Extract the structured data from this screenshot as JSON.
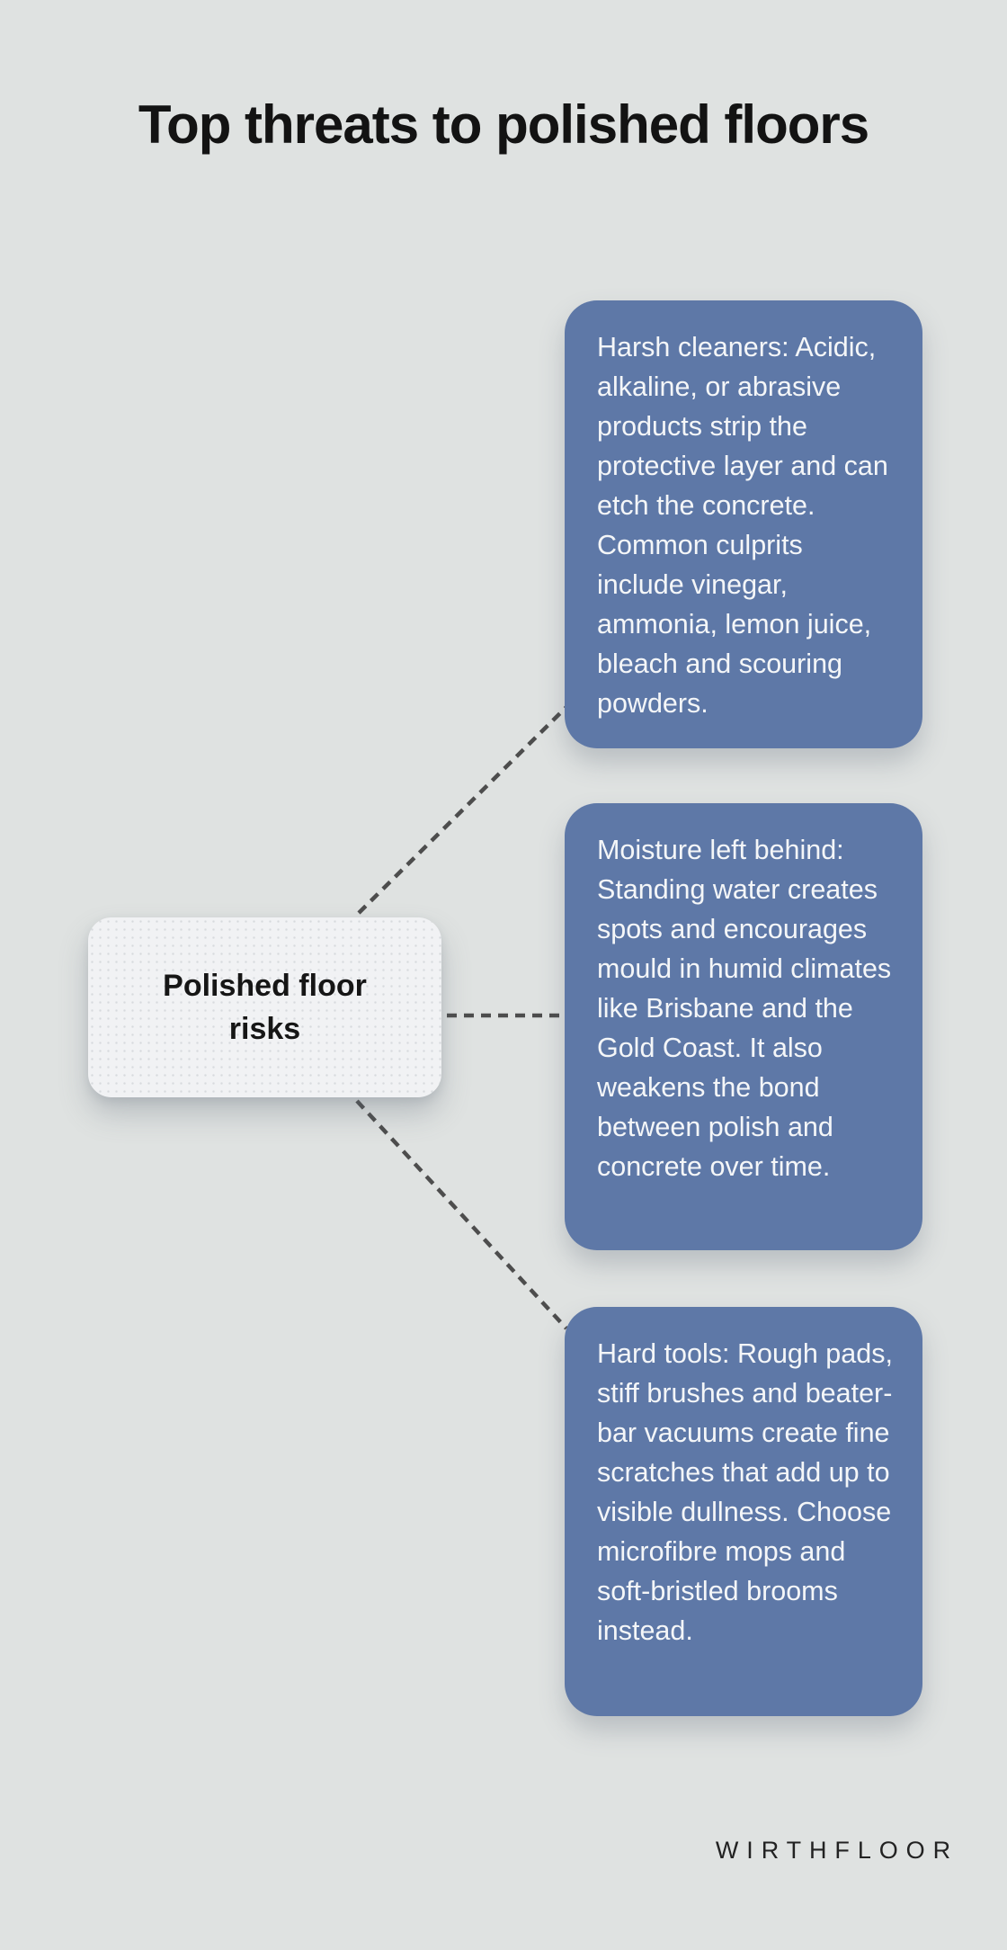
{
  "title": "Top threats to polished floors",
  "center_node": {
    "label": "Polished floor risks"
  },
  "cards": [
    {
      "text": "Harsh cleaners: Acidic, alkaline, or abrasive products strip the protective layer and can etch the concrete. Common culprits include vinegar, ammonia, lemon juice, bleach and scouring powders."
    },
    {
      "text": "Moisture left behind: Standing water creates spots and encourages mould in humid climates like Brisbane and the Gold Coast. It also weakens the bond between polish and concrete over time."
    },
    {
      "text": "Hard tools: Rough pads, stiff brushes and beater-bar vacuums create fine scratches that add up to visible dullness. Choose microfibre mops and soft-bristled brooms instead."
    }
  ],
  "brand": {
    "name": "WIRTHFLOOR"
  },
  "colors": {
    "background": "#dfe2e1",
    "card_bg": "#5e78a7",
    "card_text": "#f4f6f8",
    "node_bg": "#f1f2f4",
    "node_text": "#161616",
    "title_color": "#131313",
    "connector": "#4d4d4d",
    "brand_color": "#222222"
  }
}
